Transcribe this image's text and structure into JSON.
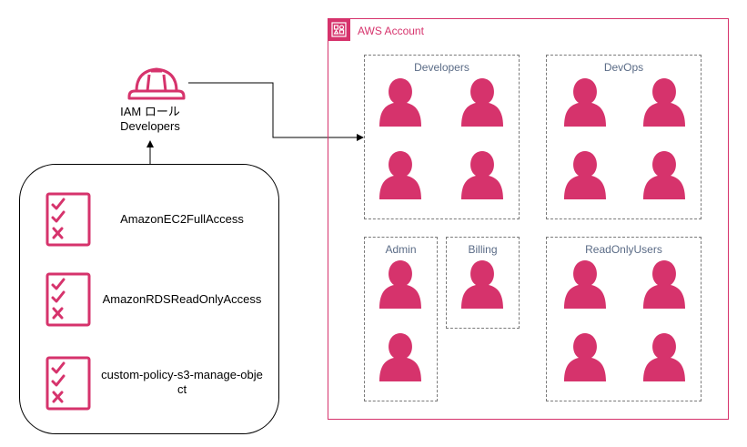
{
  "colors": {
    "accent": "#d6336c",
    "group_border": "#7a7a7a",
    "group_label": "#5a6b86"
  },
  "iam_role": {
    "icon": "hardhat-icon",
    "line1": "IAM ロール",
    "line2": "Developers"
  },
  "policies": [
    {
      "icon": "checklist-icon",
      "name": "AmazonEC2FullAccess"
    },
    {
      "icon": "checklist-icon",
      "name": "AmazonRDSReadOnlyAccess"
    },
    {
      "icon": "checklist-icon",
      "name": "custom-policy-s3-manage-object"
    }
  ],
  "aws_account": {
    "icon": "aws-account-icon",
    "title": "AWS Account"
  },
  "groups": {
    "developers": {
      "label": "Developers",
      "user_icon": "user-icon"
    },
    "devops": {
      "label": "DevOps",
      "user_icon": "user-icon"
    },
    "admin": {
      "label": "Admin",
      "user_icon": "user-icon"
    },
    "billing": {
      "label": "Billing",
      "user_icon": "user-icon"
    },
    "readonly": {
      "label": "ReadOnlyUsers",
      "user_icon": "user-icon"
    }
  }
}
